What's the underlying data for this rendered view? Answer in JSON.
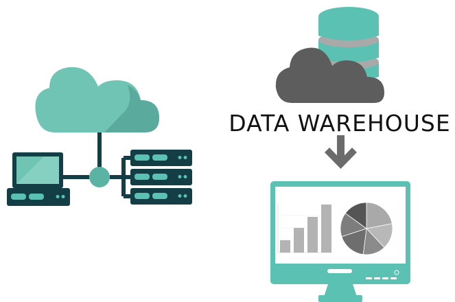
{
  "caption": {
    "text": "DATA WAREHOUSE"
  },
  "colors": {
    "teal": "#5bc2b3",
    "teal_light": "#6fc4b3",
    "teal_dark": "#4e9d90",
    "navy": "#133e45",
    "gray": "#5b5b5b",
    "gray_light": "#9a9a9a",
    "arrow": "#6b6b6b"
  },
  "icons": {
    "network": "cloud-network-icon",
    "warehouse": "database-cloud-icon",
    "arrow": "down-arrow-icon",
    "monitor": "monitor-dashboard-icon"
  },
  "dashboard": {
    "bar_values": [
      18,
      36,
      52,
      70
    ],
    "pie_values": [
      22,
      16,
      14,
      18,
      15,
      15
    ]
  }
}
